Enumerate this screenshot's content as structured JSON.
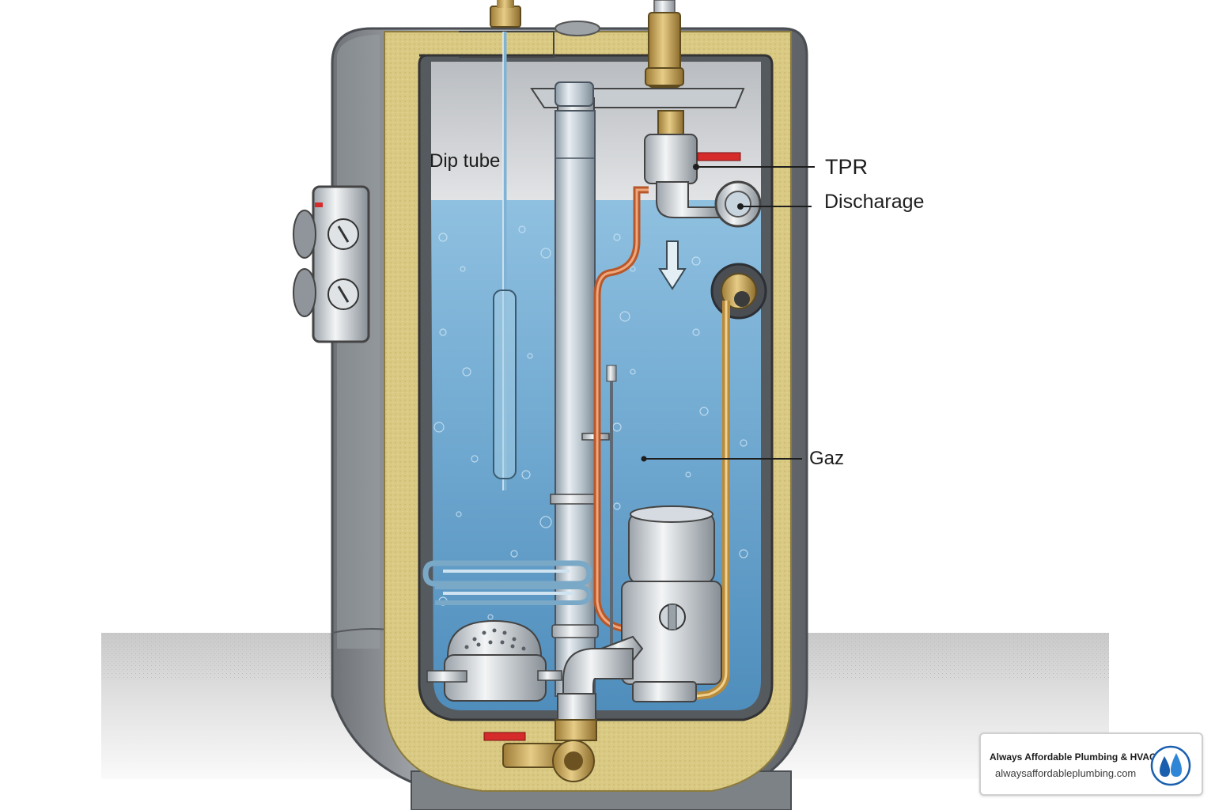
{
  "diagram": {
    "labels": {
      "dip_tube": "Dip tube",
      "tpr": "TPR",
      "discharge": "Discharage",
      "gas": "Gaz"
    }
  },
  "brand": {
    "name": "Always Affordable Plumbing & HVAC",
    "url": "alwaysaffordableplumbing.com",
    "logo_icon": "water-drops-logo-icon"
  },
  "colors": {
    "water": "#5e9fc9",
    "insulation": "#d8c77f",
    "shell": "#8d9196",
    "copper_line": "#d97a40",
    "brass": "#c9a95e",
    "valve_handle": "#d62b2b",
    "logo_blue": "#1a5fae"
  }
}
